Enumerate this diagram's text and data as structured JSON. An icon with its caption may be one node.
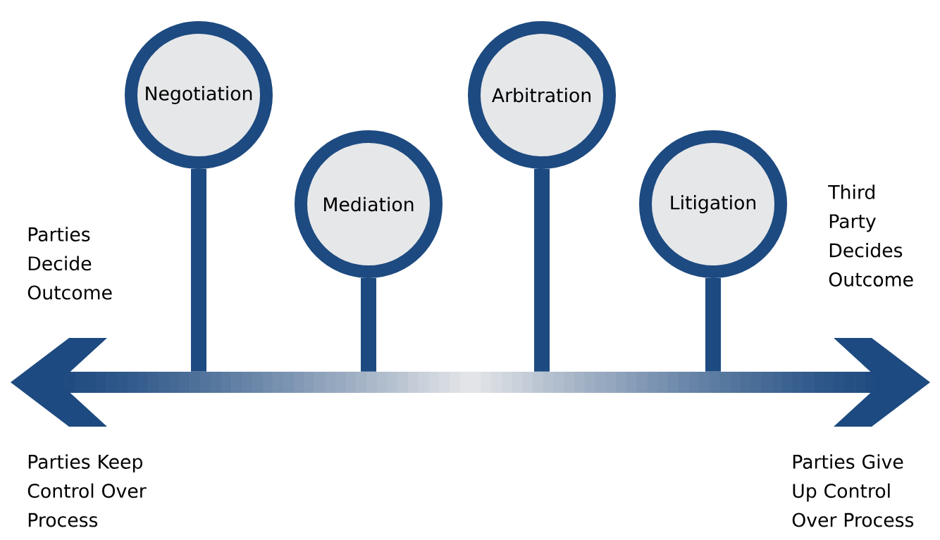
{
  "diagram": {
    "nodes": [
      {
        "text": [
          "Negotiation"
        ]
      },
      {
        "text": [
          "Mediation"
        ]
      },
      {
        "text": [
          "Arbitration"
        ]
      },
      {
        "text": [
          "Litigation"
        ]
      },
      {
        "text": [],
        "shape": "bar"
      }
    ],
    "edges": [
      {
        "from": 0,
        "to": 4,
        "arrow": "none"
      },
      {
        "from": 1,
        "to": 4,
        "arrow": "none"
      },
      {
        "from": 2,
        "to": 4,
        "arrow": "none"
      },
      {
        "from": 3,
        "to": 4,
        "arrow": "none"
      }
    ],
    "labels": [
      "Parties Decide Outcome",
      "Third Party Decides Outcome",
      "Parties Keep Control Over Process",
      "Parties Give Up Control Over Process"
    ]
  }
}
